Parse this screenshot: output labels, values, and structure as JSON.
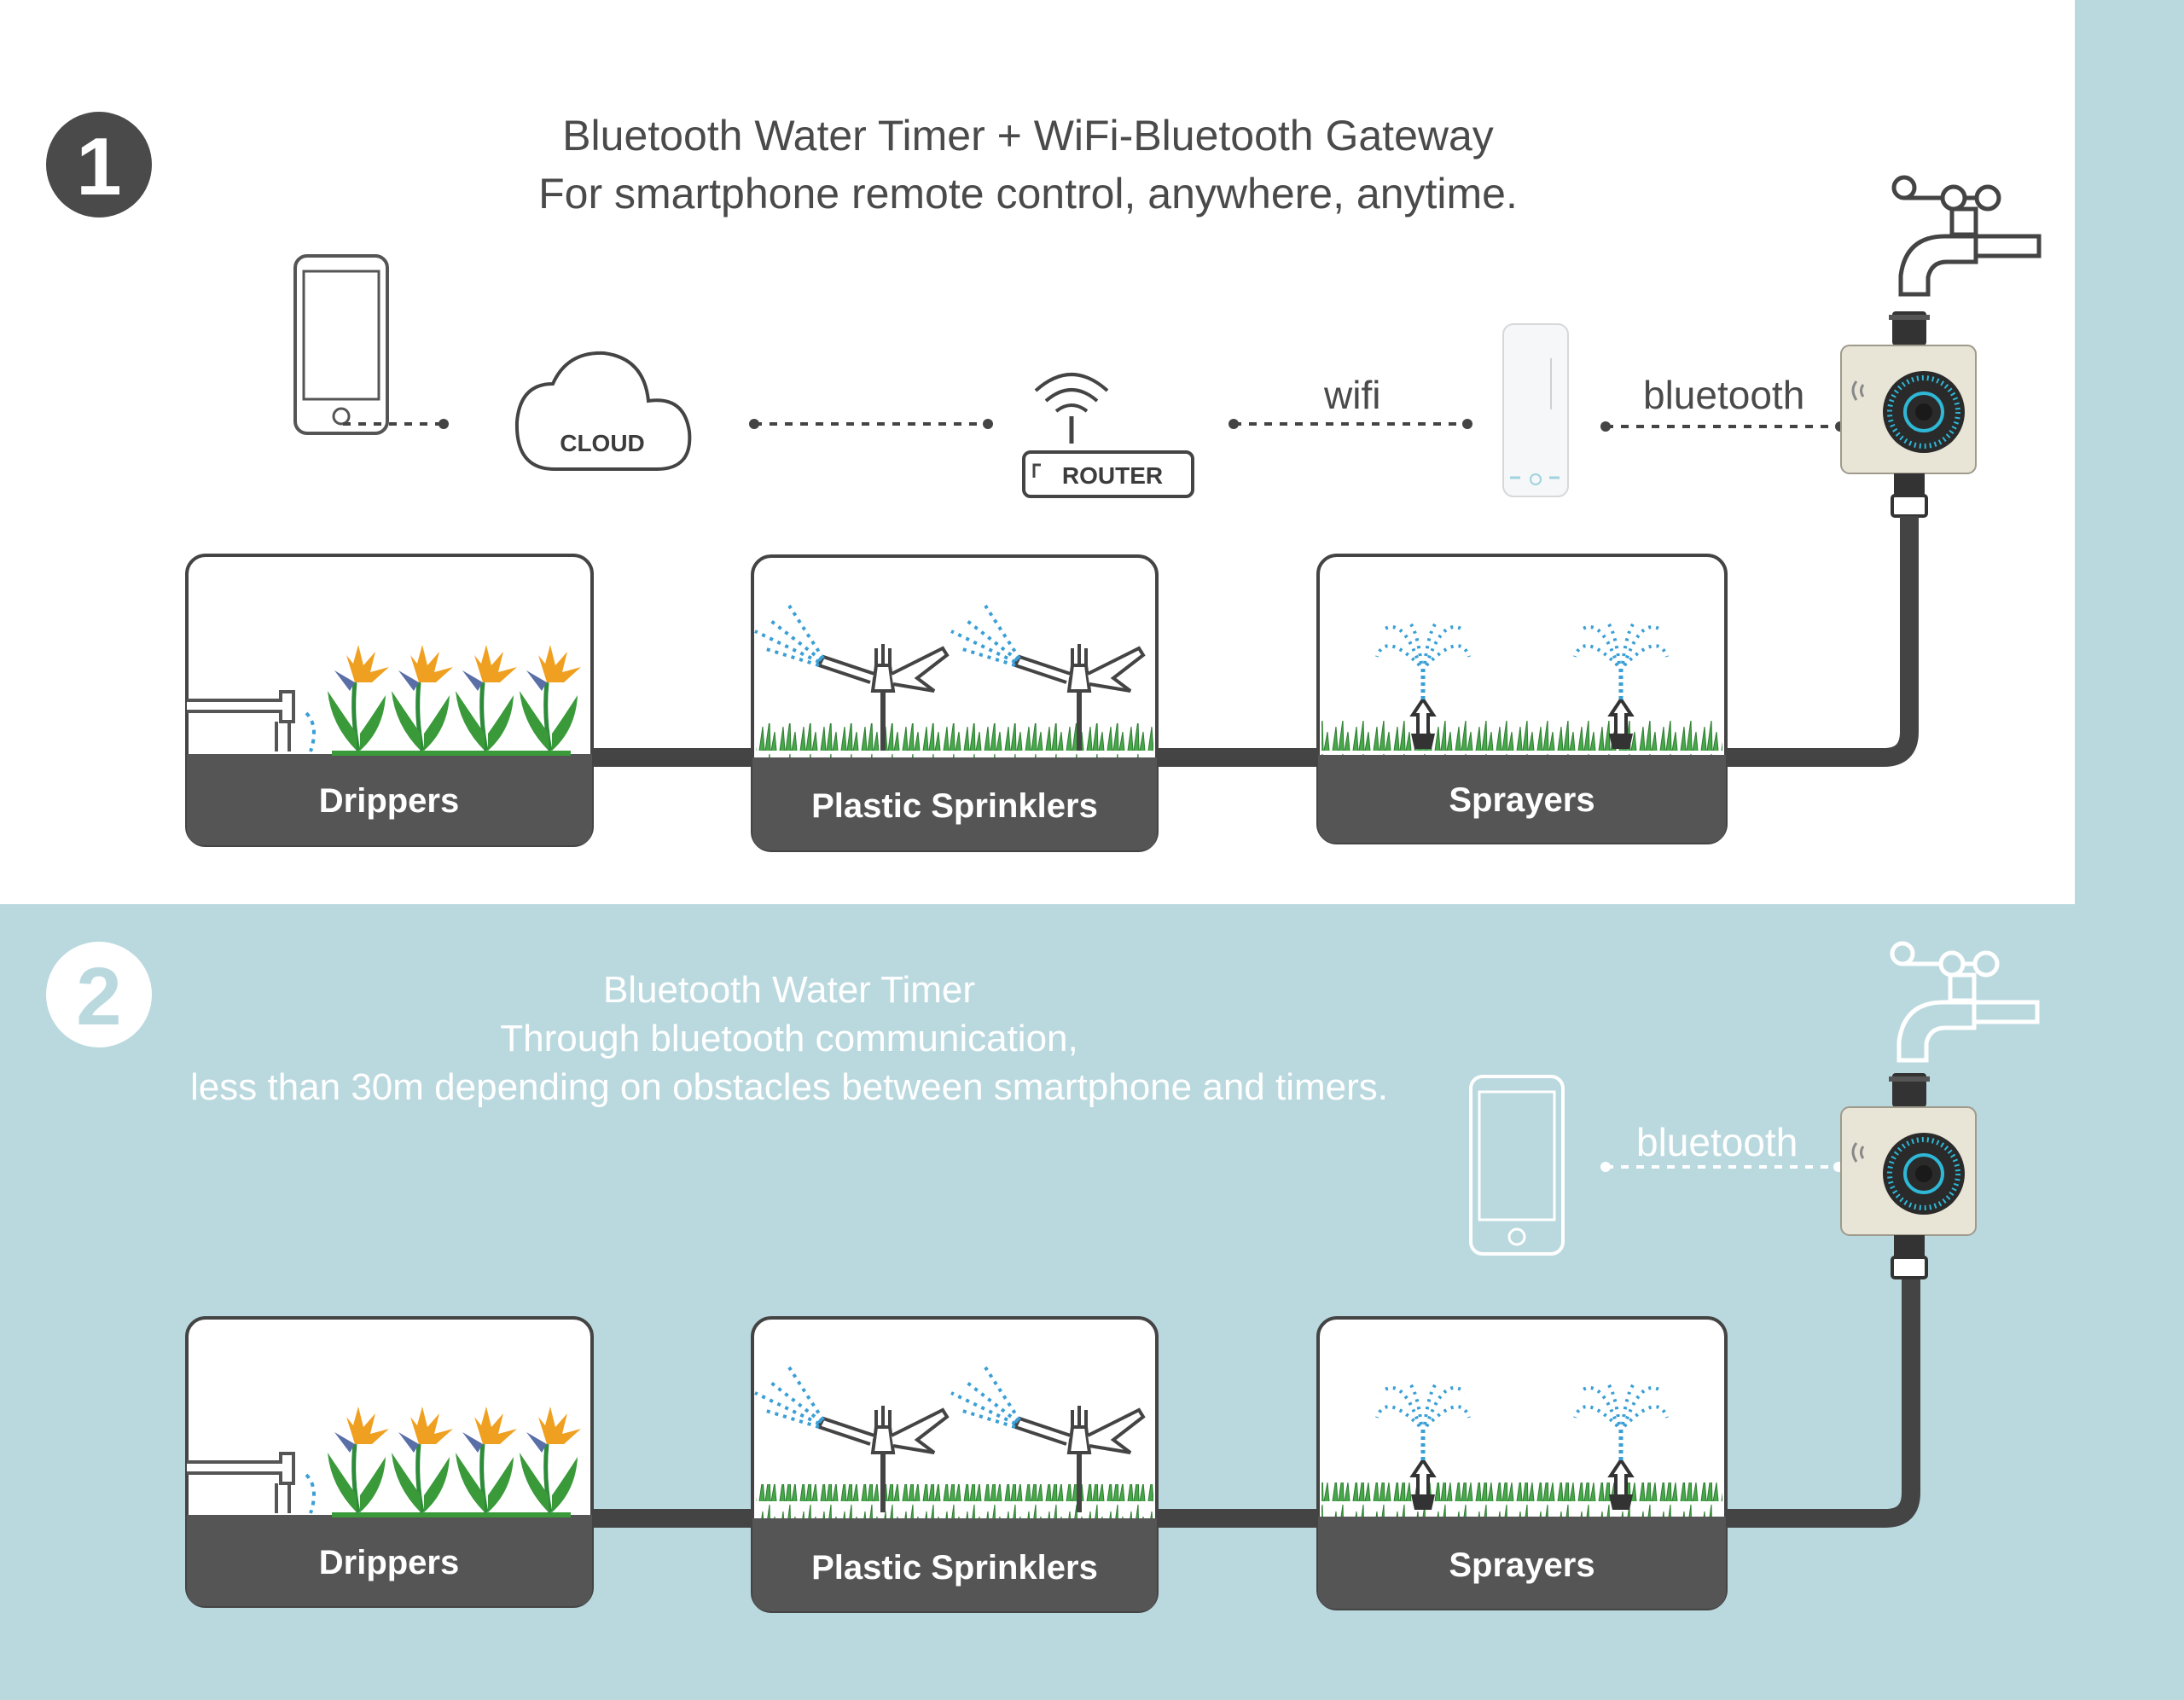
{
  "section1": {
    "number": "1",
    "title": "Bluetooth Water Timer + WiFi-Bluetooth Gateway",
    "subtitle": "For smartphone remote control, anywhere, anytime.",
    "cloud_label": "CLOUD",
    "router_label": "ROUTER",
    "wifi_label": "wifi",
    "bluetooth_label": "bluetooth",
    "cards": [
      "Drippers",
      "Plastic Sprinklers",
      "Sprayers"
    ]
  },
  "section2": {
    "number": "2",
    "line1": "Bluetooth Water Timer",
    "line2": "Through bluetooth communication,",
    "line3": "less than 30m depending on obstacles between smartphone and timers.",
    "bluetooth_label": "bluetooth",
    "cards": [
      "Drippers",
      "Plastic Sprinklers",
      "Sprayers"
    ]
  },
  "colors": {
    "panel_top": "#ffffff",
    "panel_bottom": "#bad9df",
    "dark": "#555555",
    "water_blue": "#3a9fd6",
    "timer_ring": "#2fb7d6",
    "grass": "#3a9a3a",
    "flower": "#f0a020"
  }
}
